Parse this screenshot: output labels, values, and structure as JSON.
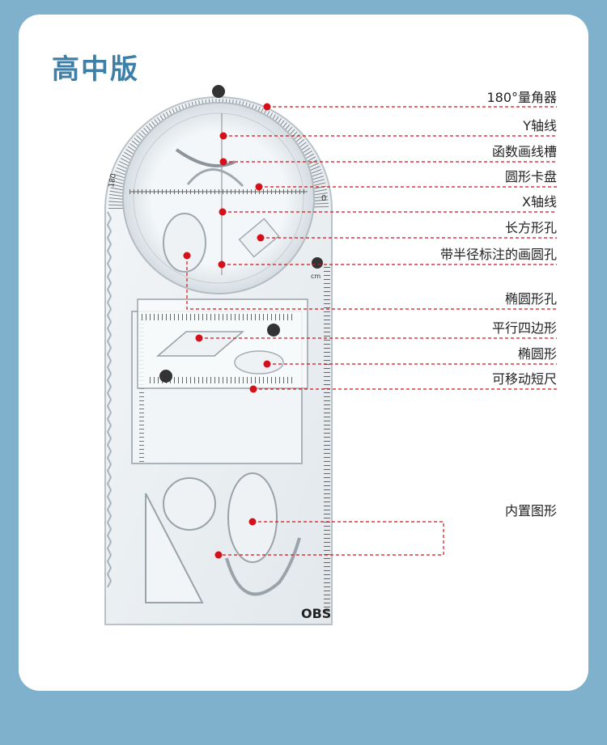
{
  "page": {
    "title": "高中版",
    "background_color": "#7fb1cc",
    "accent_color": "#d4111a",
    "title_color": "#3d7fa6"
  },
  "product": {
    "brand_mark": "OBS",
    "ruler_unit": "cm",
    "protractor_max_label": "180",
    "protractor_min_label": "0"
  },
  "callouts": [
    {
      "id": "protractor",
      "label": "180°量角器"
    },
    {
      "id": "y-axis",
      "label": "Y轴线"
    },
    {
      "id": "function-slot",
      "label": "函数画线槽"
    },
    {
      "id": "circle-disc",
      "label": "圆形卡盘"
    },
    {
      "id": "x-axis",
      "label": "X轴线"
    },
    {
      "id": "rectangle-hole",
      "label": "长方形孔"
    },
    {
      "id": "radius-circle-hole",
      "label": "带半径标注的画圆孔"
    },
    {
      "id": "ellipse-hole",
      "label": "椭圆形孔"
    },
    {
      "id": "parallelogram",
      "label": "平行四边形"
    },
    {
      "id": "ellipse",
      "label": "椭圆形"
    },
    {
      "id": "movable-ruler",
      "label": "可移动短尺"
    },
    {
      "id": "built-in-shapes",
      "label": "内置图形"
    }
  ]
}
